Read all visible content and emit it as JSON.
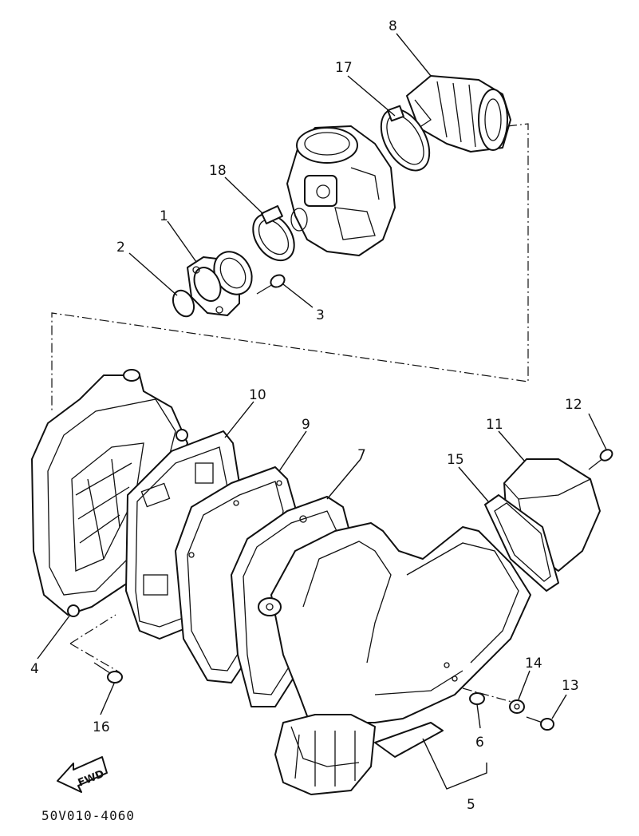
{
  "diagram": {
    "callouts": [
      "1",
      "2",
      "3",
      "4",
      "5",
      "6",
      "7",
      "8",
      "9",
      "10",
      "11",
      "12",
      "13",
      "14",
      "15",
      "16",
      "17",
      "18"
    ],
    "drawing_code": "50V010-4060",
    "fwd_label": "FWD"
  }
}
